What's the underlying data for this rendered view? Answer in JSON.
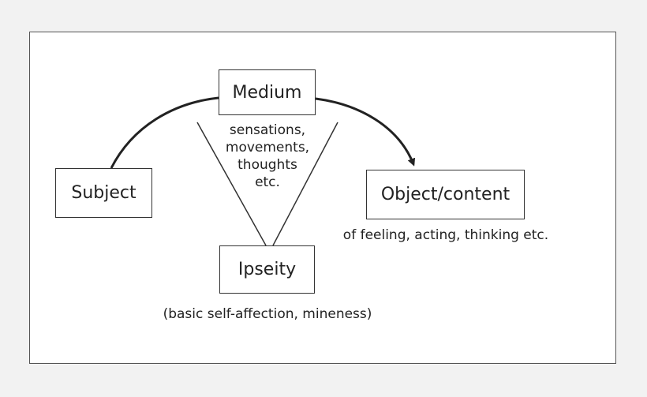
{
  "colors": {
    "background": "#f2f2f2",
    "panel": "#ffffff",
    "stroke": "#333333"
  },
  "nodes": {
    "medium": "Medium",
    "subject": "Subject",
    "object": "Object/content",
    "ipseity": "Ipseity"
  },
  "annotations": {
    "medium_examples": [
      "sensations,",
      "movements,",
      "thoughts",
      "etc."
    ],
    "object_caption": "of feeling, acting, thinking etc.",
    "ipseity_caption": "(basic self-affection, mineness)"
  }
}
